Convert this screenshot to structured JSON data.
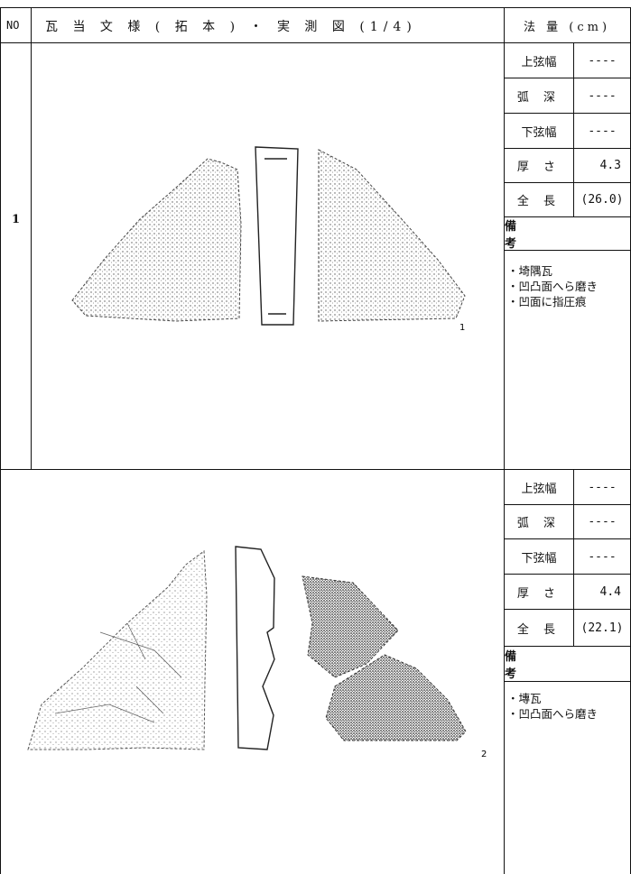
{
  "header": {
    "no_label": "NO",
    "title": "瓦 当 文 様 ( 拓 本 ) ・ 実 測 図 (1/4)",
    "measure_label": "法 量 (cm)"
  },
  "entries": [
    {
      "no": "1",
      "figure_label": "1",
      "rows": [
        {
          "label": "上弦幅",
          "value": "----"
        },
        {
          "label": "弧 深",
          "value": "----"
        },
        {
          "label": "下弦幅",
          "value": "----"
        },
        {
          "label": "厚 さ",
          "value": "4.3"
        },
        {
          "label": "全 長",
          "value": "(26.0)"
        }
      ],
      "remarks_label": "備 考",
      "remarks": [
        "・埼隅瓦",
        "・凹凸面へら磨き",
        "・凹面に指圧痕"
      ]
    },
    {
      "no": "",
      "figure_label": "2",
      "rows": [
        {
          "label": "上弦幅",
          "value": "----"
        },
        {
          "label": "弧 深",
          "value": "----"
        },
        {
          "label": "下弦幅",
          "value": "----"
        },
        {
          "label": "厚 さ",
          "value": "4.4"
        },
        {
          "label": "全 長",
          "value": "(22.1)"
        }
      ],
      "remarks_label": "備 考",
      "remarks": [
        "・塼瓦",
        "・凹凸面へら磨き"
      ]
    }
  ]
}
